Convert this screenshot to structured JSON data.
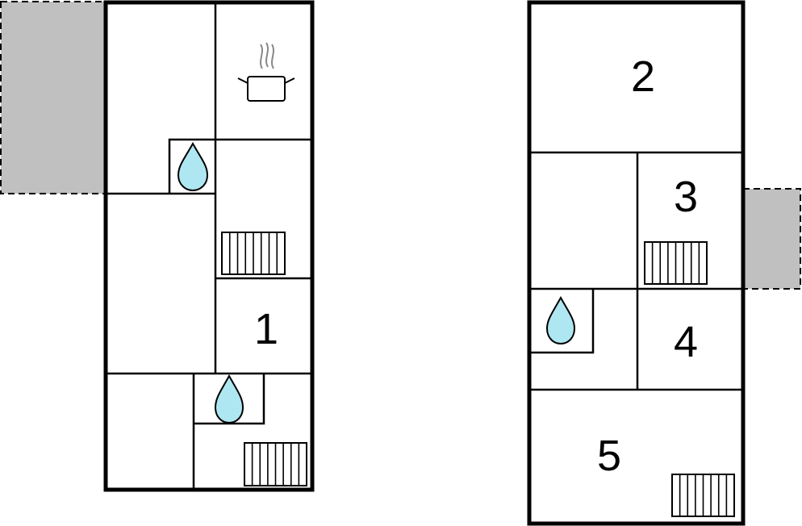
{
  "colors": {
    "wall": "#000000",
    "water_fill": "#aee7f1",
    "terrace_fill": "#c0c0c0",
    "steam": "#888888"
  },
  "floors": [
    {
      "name": "",
      "rooms": [
        {
          "label": "1"
        }
      ],
      "icons": [
        "pot-icon",
        "water-drop-icon",
        "radiator-icon",
        "water-drop-icon",
        "radiator-icon"
      ]
    },
    {
      "name": "",
      "rooms": [
        {
          "label": "2"
        },
        {
          "label": "3"
        },
        {
          "label": "4"
        },
        {
          "label": "5"
        }
      ],
      "icons": [
        "radiator-icon",
        "water-drop-icon",
        "radiator-icon"
      ]
    }
  ]
}
